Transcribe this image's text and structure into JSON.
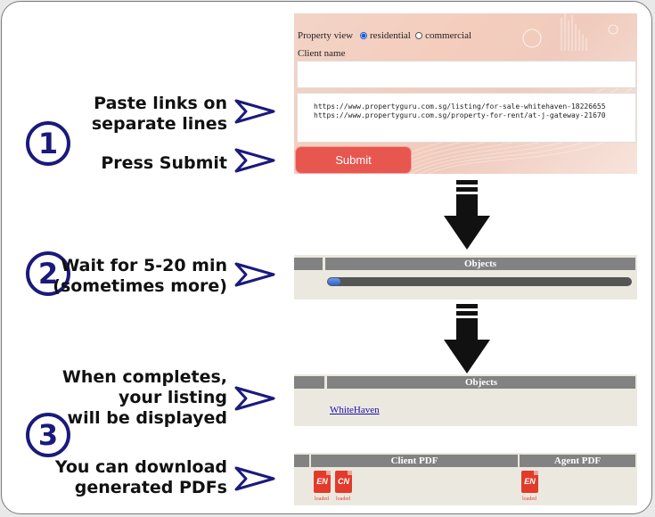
{
  "steps": [
    {
      "number": "1"
    },
    {
      "number": "2"
    },
    {
      "number": "3"
    }
  ],
  "instructions": {
    "paste_links": [
      "Paste links on",
      "separate lines"
    ],
    "press_submit": "Press Submit",
    "wait": [
      "Wait for 5-20 min",
      "(sometimes more)"
    ],
    "when_completes": [
      "When completes,",
      "your listing",
      "will be displayed"
    ],
    "download": [
      "You can download",
      "generated PDFs"
    ]
  },
  "form": {
    "property_view_label": "Property view",
    "options": [
      "residential",
      "commercial"
    ],
    "selected_option": "residential",
    "client_name_label": "Client name",
    "client_name_value": "",
    "links": [
      "https://www.propertyguru.com.sg/listing/for-sale-whitehaven-18226655",
      "https://www.propertyguru.com.sg/property-for-rent/at-j-gateway-21670"
    ],
    "submit_label": "Submit"
  },
  "progress_panel": {
    "header": "Objects",
    "progress_fraction": 0.04
  },
  "result_panel": {
    "header": "Objects",
    "listing_link": "WhiteHaven"
  },
  "pdf_panel": {
    "headers": [
      "Client PDF",
      "Agent PDF"
    ],
    "client_files": [
      {
        "lang": "EN",
        "status": "loaded"
      },
      {
        "lang": "CN",
        "status": "loaded"
      }
    ],
    "agent_files": [
      {
        "lang": "EN",
        "status": "loaded"
      }
    ]
  },
  "colors": {
    "accent_blue": "#1a1a7c",
    "submit_red": "#e85650",
    "pdf_red": "#e23b2b"
  },
  "icons": [
    "pointer-arrow-icon",
    "down-arrow-icon",
    "pdf-icon"
  ]
}
